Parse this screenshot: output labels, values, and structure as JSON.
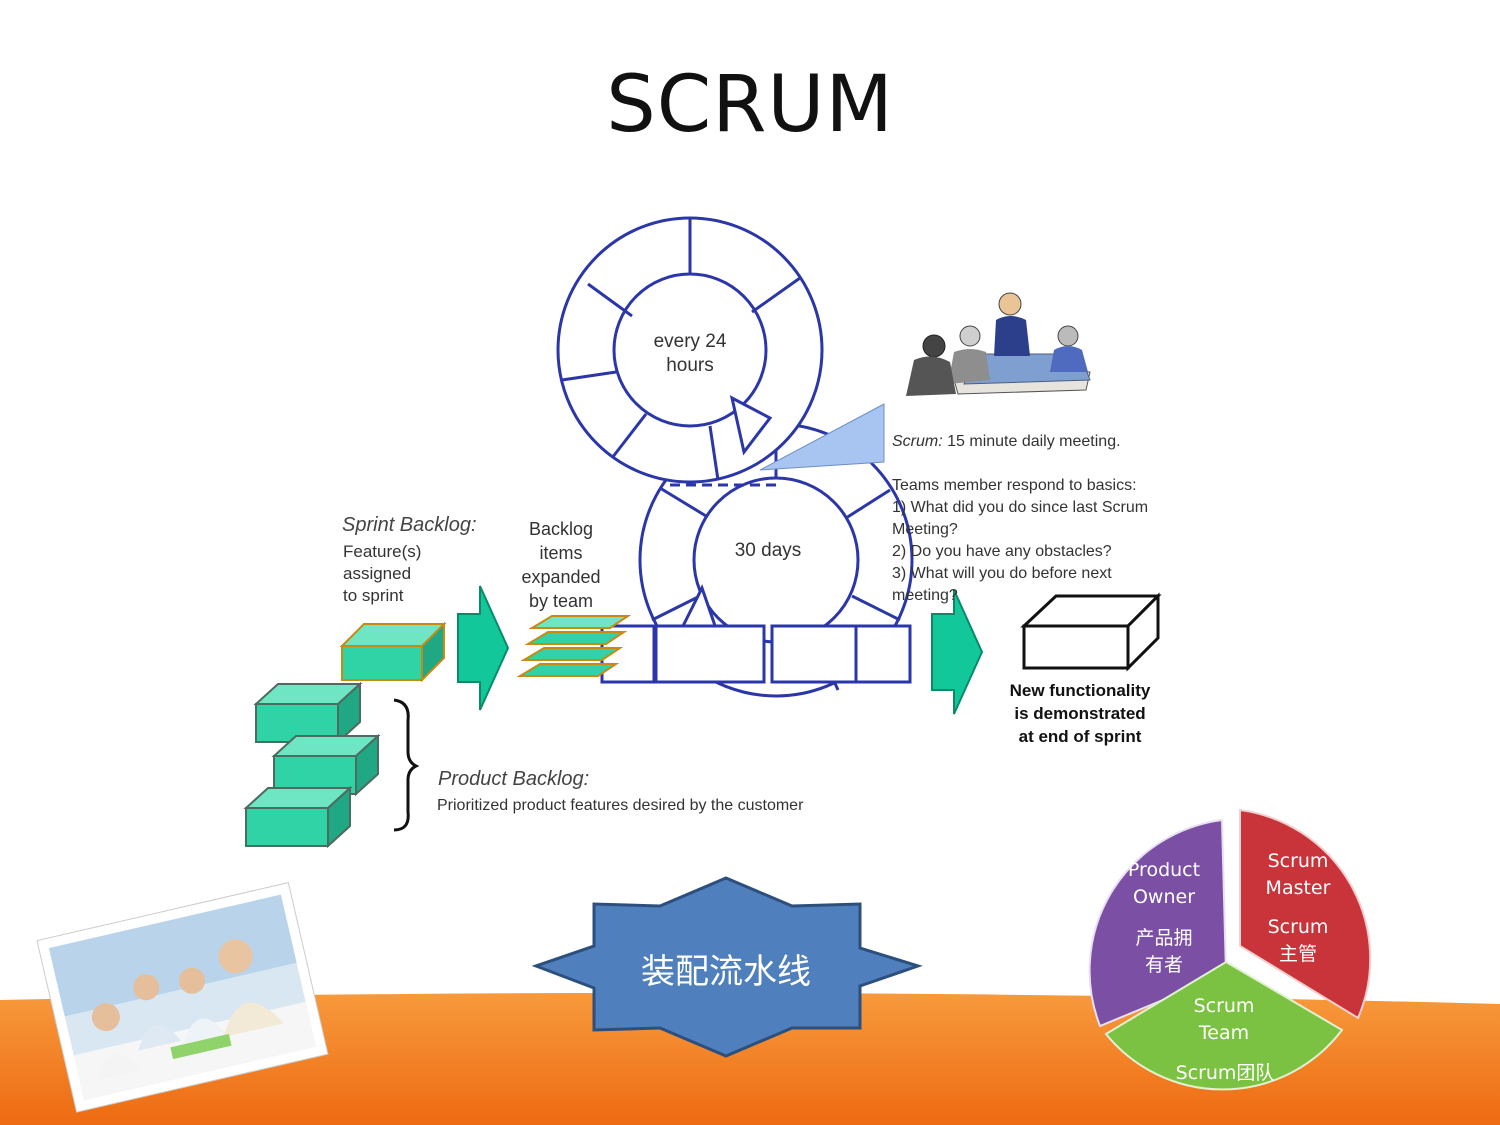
{
  "title": "SCRUM",
  "cycle": {
    "daily_label": "every 24\nhours",
    "sprint_label": "30 days"
  },
  "sprint_backlog": {
    "heading": "Sprint Backlog:",
    "text": "Feature(s)\nassigned\nto sprint"
  },
  "expanded": {
    "text": "Backlog\nitems\nexpanded\nby team"
  },
  "product_backlog": {
    "heading": "Product Backlog:",
    "text": "Prioritized product features desired by the customer"
  },
  "meeting": {
    "heading": "Scrum:",
    "text_line1": " 15 minute daily meeting.",
    "text_rest": "Teams member respond to basics:\n 1) What did you do since last Scrum\nMeeting?\n 2) Do you have any obstacles?\n 3) What will you do before next\nmeeting?"
  },
  "result": {
    "text": "New functionality\nis demonstrated\nat end of sprint"
  },
  "assembly_label": "装配流水线",
  "roles": {
    "product_owner": "Product\nOwner",
    "product_owner_cn": "产品拥\n有者",
    "scrum_master": "Scrum\nMaster",
    "scrum_master_cn": "Scrum\n主管",
    "scrum_team": "Scrum\nTeam",
    "scrum_team_cn": "Scrum团队"
  },
  "colors": {
    "orange": "#f07a1c",
    "teal": "#2fd3a6",
    "cycle_blue": "#2b36a8",
    "arrow_green": "#12c79a",
    "star_blue": "#4f7fbc",
    "pie_purple": "#7b4fa3",
    "pie_red": "#c9343a",
    "pie_green": "#7cc242"
  }
}
